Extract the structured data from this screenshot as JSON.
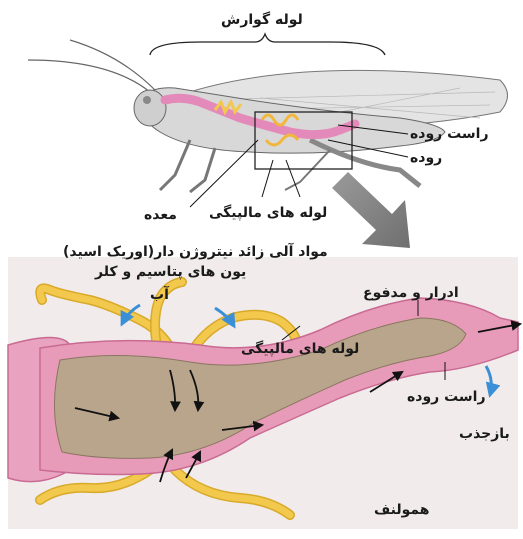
{
  "labels": {
    "digestive_tube": "لوله گوارش",
    "rectum_top": "راست روده",
    "intestine": "روده",
    "stomach": "معده",
    "malpighian_top": "لوله های مالپیگی",
    "nitrogen_wastes": "مواد آلی زائد نیتروژن دار(اوریک اسید)",
    "ions": "یون های پتاسیم و کلر",
    "water": "آب",
    "malpighian_bottom": "لوله های مالپیگی",
    "excretion": "ادرار و مدفوع",
    "rectum_bottom": "راست روده",
    "reabsorption": "بازجذب",
    "hemolymph": "همولنف"
  },
  "colors": {
    "hemolymph_bg": "#f1eceb",
    "gut_wall": "#e89bb8",
    "gut_wall_dark": "#c96a93",
    "gut_contents": "#b9a58c",
    "tubule": "#f2c94c",
    "tubule_dark": "#d9a92a",
    "blue_arrow": "#3b8fd6",
    "insect_body": "#d6d6d6",
    "insect_outline": "#555555"
  }
}
